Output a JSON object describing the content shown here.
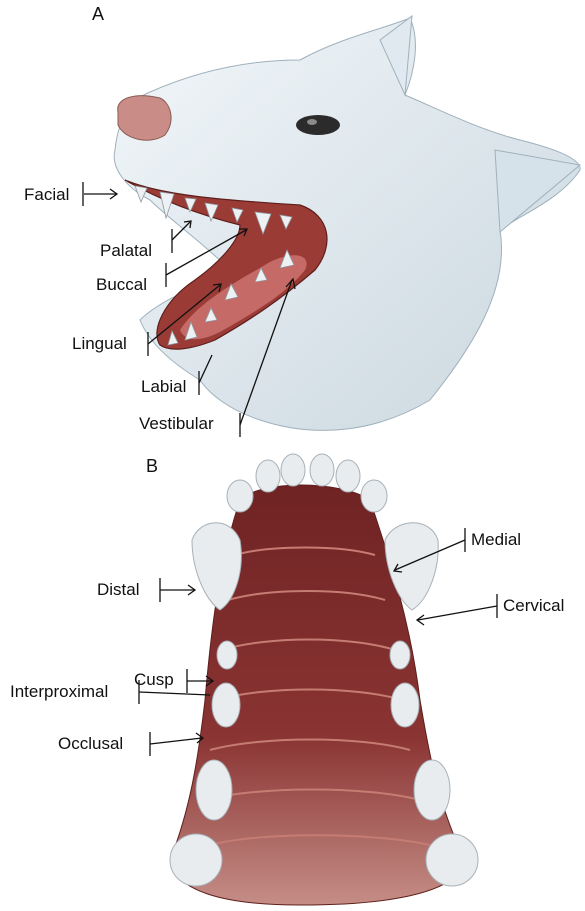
{
  "figure": {
    "panel_a": {
      "letter": "A",
      "labels": {
        "facial": "Facial",
        "palatal": "Palatal",
        "buccal": "Buccal",
        "lingual": "Lingual",
        "labial": "Labial",
        "vestibular": "Vestibular"
      }
    },
    "panel_b": {
      "letter": "B",
      "labels": {
        "medial": "Medial",
        "distal": "Distal",
        "cervical": "Cervical",
        "cusp": "Cusp",
        "interproximal": "Interproximal",
        "occlusal": "Occlusal"
      }
    }
  },
  "colors": {
    "fur": "#e4eef4",
    "fur_shadow": "#b9c8d2",
    "nose": "#c98c86",
    "gum": "#9a3b36",
    "tongue": "#c56a66",
    "palate": "#7a2a2a",
    "palate_ridge": "#c57c72",
    "tooth": "#e8ecef",
    "tooth_shadow": "#a7b1b8",
    "line": "#111111"
  }
}
